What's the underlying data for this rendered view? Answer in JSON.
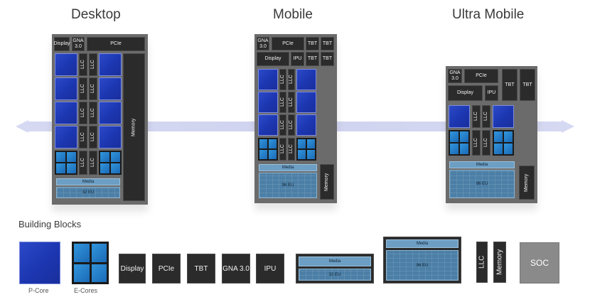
{
  "titles": {
    "desktop": "Desktop",
    "mobile": "Mobile",
    "ultra_mobile": "Ultra Mobile"
  },
  "section_title": "Building Blocks",
  "blocks": {
    "display": "Display",
    "gna": "GNA 3.0",
    "pcie": "PCIe",
    "tbt": "TBT",
    "ipu": "IPU",
    "llc": "LLC",
    "memory": "Memory",
    "media": "Media",
    "eu_32": "32 EU",
    "eu_96": "96 EU",
    "soc": "SOC"
  },
  "legend": {
    "pcore": "P-Core",
    "ecores": "E-Cores"
  },
  "colors": {
    "pcore": "#1f3bbf",
    "ecore": "#2a86d6",
    "block": "#2b2b2b",
    "chip": "#6b6b6b",
    "gpu": "#4c7fa6",
    "arrow": "#d9dcf0"
  }
}
